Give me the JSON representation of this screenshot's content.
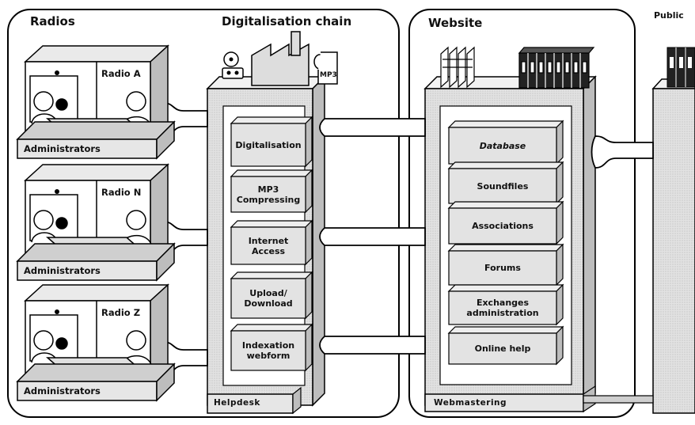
{
  "panels": {
    "radios": "Radios",
    "digitalisation": "Digitalisation chain",
    "website": "Website",
    "public": "Public"
  },
  "radios": [
    {
      "name": "Radio A",
      "admin": "Administrators"
    },
    {
      "name": "Radio N",
      "admin": "Administrators"
    },
    {
      "name": "Radio Z",
      "admin": "Administrators"
    }
  ],
  "chain_modules": [
    "Digitalisation",
    "MP3\nCompressing",
    "Internet\nAccess",
    "Upload/\nDownload",
    "Indexation\nwebform"
  ],
  "website_modules": [
    "Database",
    "Soundfiles",
    "Associations",
    "Forums",
    "Exchanges\nadministration",
    "Online help"
  ],
  "bases": {
    "helpdesk": "Helpdesk",
    "webmastering": "Webmastering"
  },
  "icons": {
    "media": "MP3"
  }
}
